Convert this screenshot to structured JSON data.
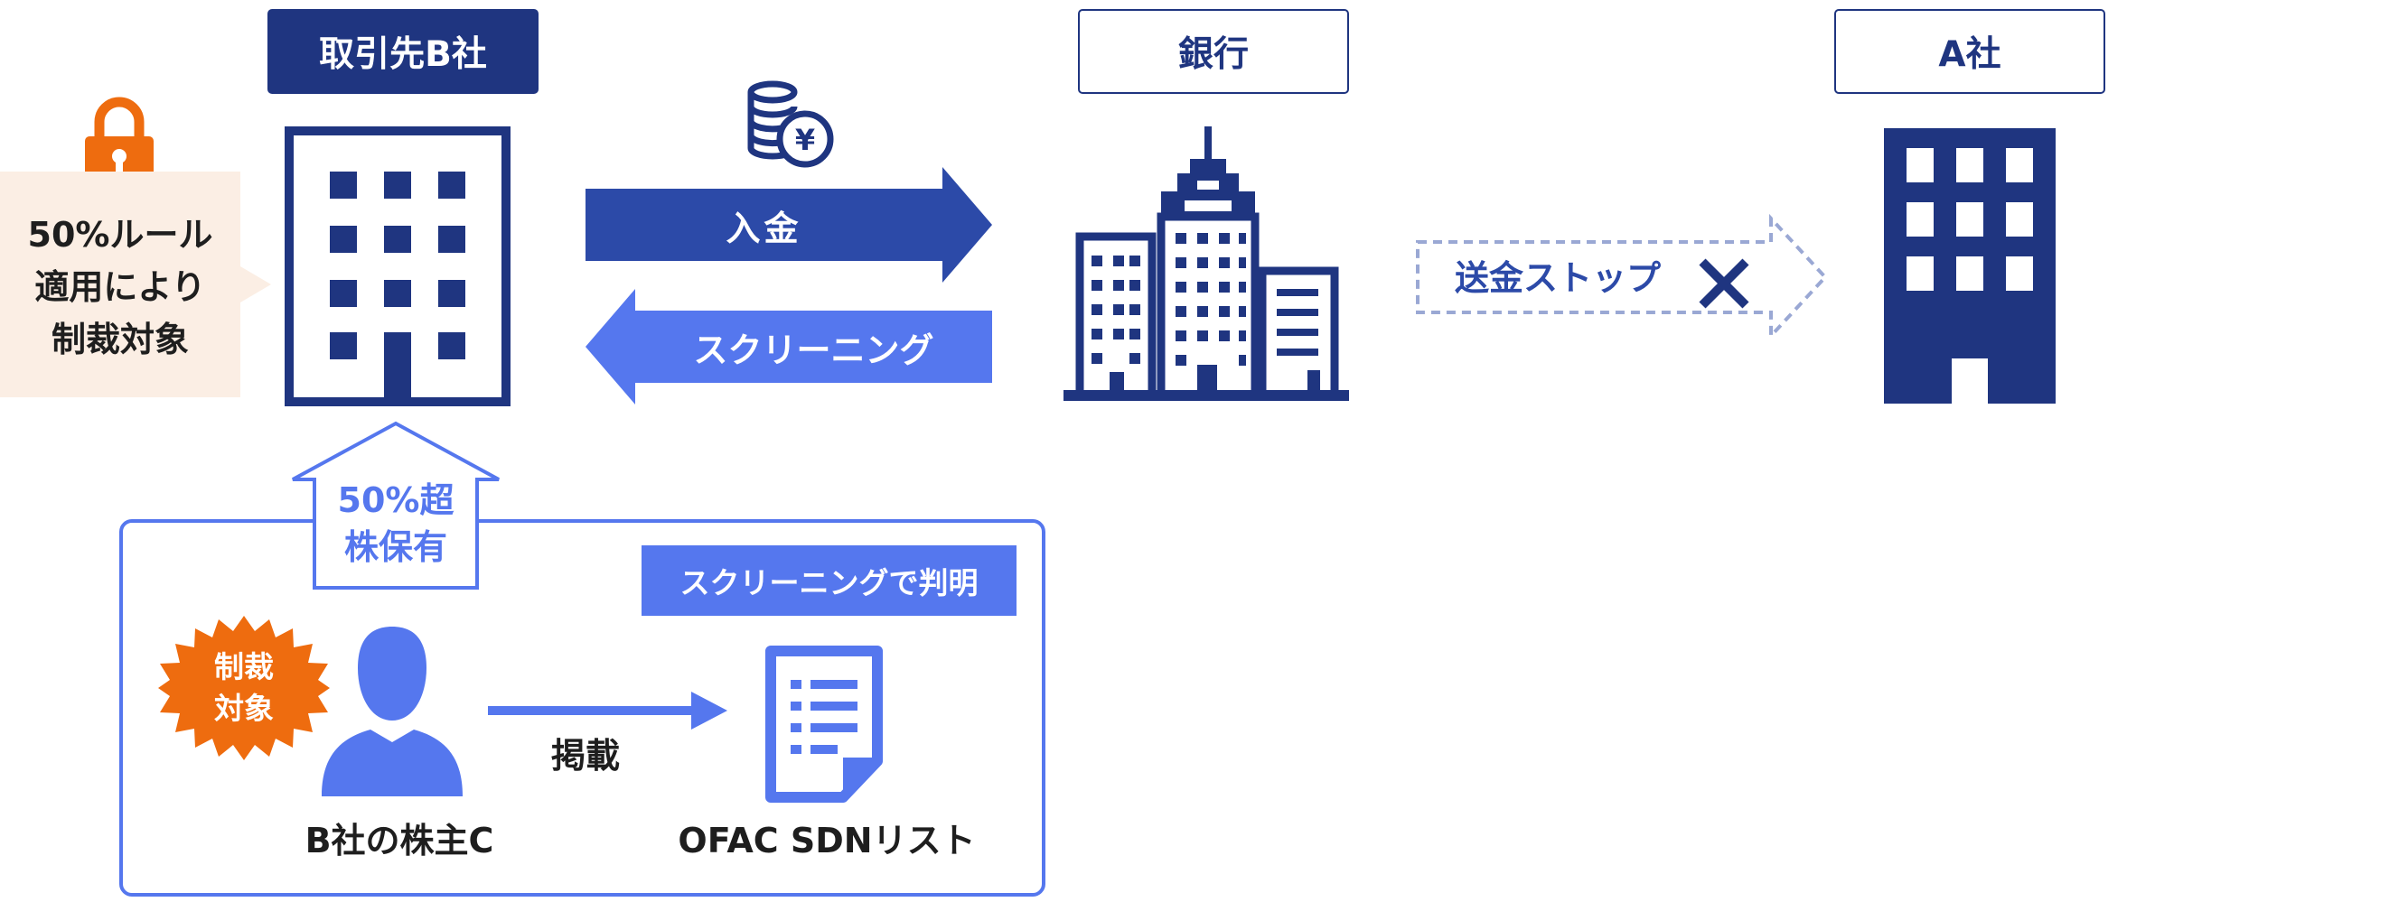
{
  "entities": {
    "company_b": "取引先B社",
    "bank": "銀行",
    "company_a": "A社"
  },
  "rule_callout": [
    "50%ルール",
    "適用により",
    "制裁対象"
  ],
  "arrows": {
    "deposit": "入金",
    "screening": "スクリーニング",
    "transfer_stop": "送金ストップ"
  },
  "ownership": [
    "50%超",
    "株保有"
  ],
  "detail_box": {
    "screening_tag": "スクリーニングで判明",
    "sanction_badge": [
      "制裁",
      "対象"
    ],
    "listed_label": "掲載",
    "shareholder_label": "B社の株主C",
    "list_label": "OFAC SDNリスト"
  },
  "colors": {
    "navy": "#1f3580",
    "blue": "#2c4aa8",
    "light_blue": "#5577ee",
    "orange": "#ee6c0f",
    "callout_bg": "#fbeee4"
  }
}
